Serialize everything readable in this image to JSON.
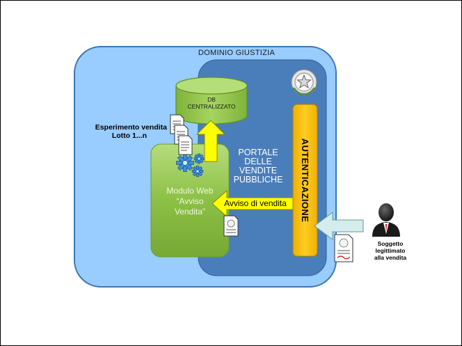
{
  "domain_label": "DOMINIO GIUSTIZIA",
  "db_label_line1": "DB",
  "db_label_line2": "CENTRALIZZATO",
  "esperimento_line1": "Esperimento vendita",
  "esperimento_line2": "Lotto 1...n",
  "portale_line1": "PORTALE",
  "portale_line2": "DELLE",
  "portale_line3": "VENDITE",
  "portale_line4": "PUBBLICHE",
  "modulo_line1": "Modulo Web",
  "modulo_line2": "“Avviso",
  "modulo_line3": "Vendita”",
  "avviso_label": "Avviso di vendita",
  "autenticazione_label": "AUTENTICAZIONE",
  "soggetto_line1": "Soggetto",
  "soggetto_line2": "legittimato",
  "soggetto_line3": "alla vendita",
  "icons": {
    "emblem": "italian-republic-emblem-icon",
    "gears": "gears-icon",
    "documents": "document-stack-icon",
    "user": "user-icon"
  },
  "colors": {
    "domain_fill": "#99ccff",
    "portale_fill": "#4a7ebb",
    "modulo_fill": "#8fc04a",
    "db_fill": "#92d050",
    "auth_fill": "#ffc000",
    "arrow_yellow": "#ffff00",
    "arrow_light": "#d4ecec"
  }
}
